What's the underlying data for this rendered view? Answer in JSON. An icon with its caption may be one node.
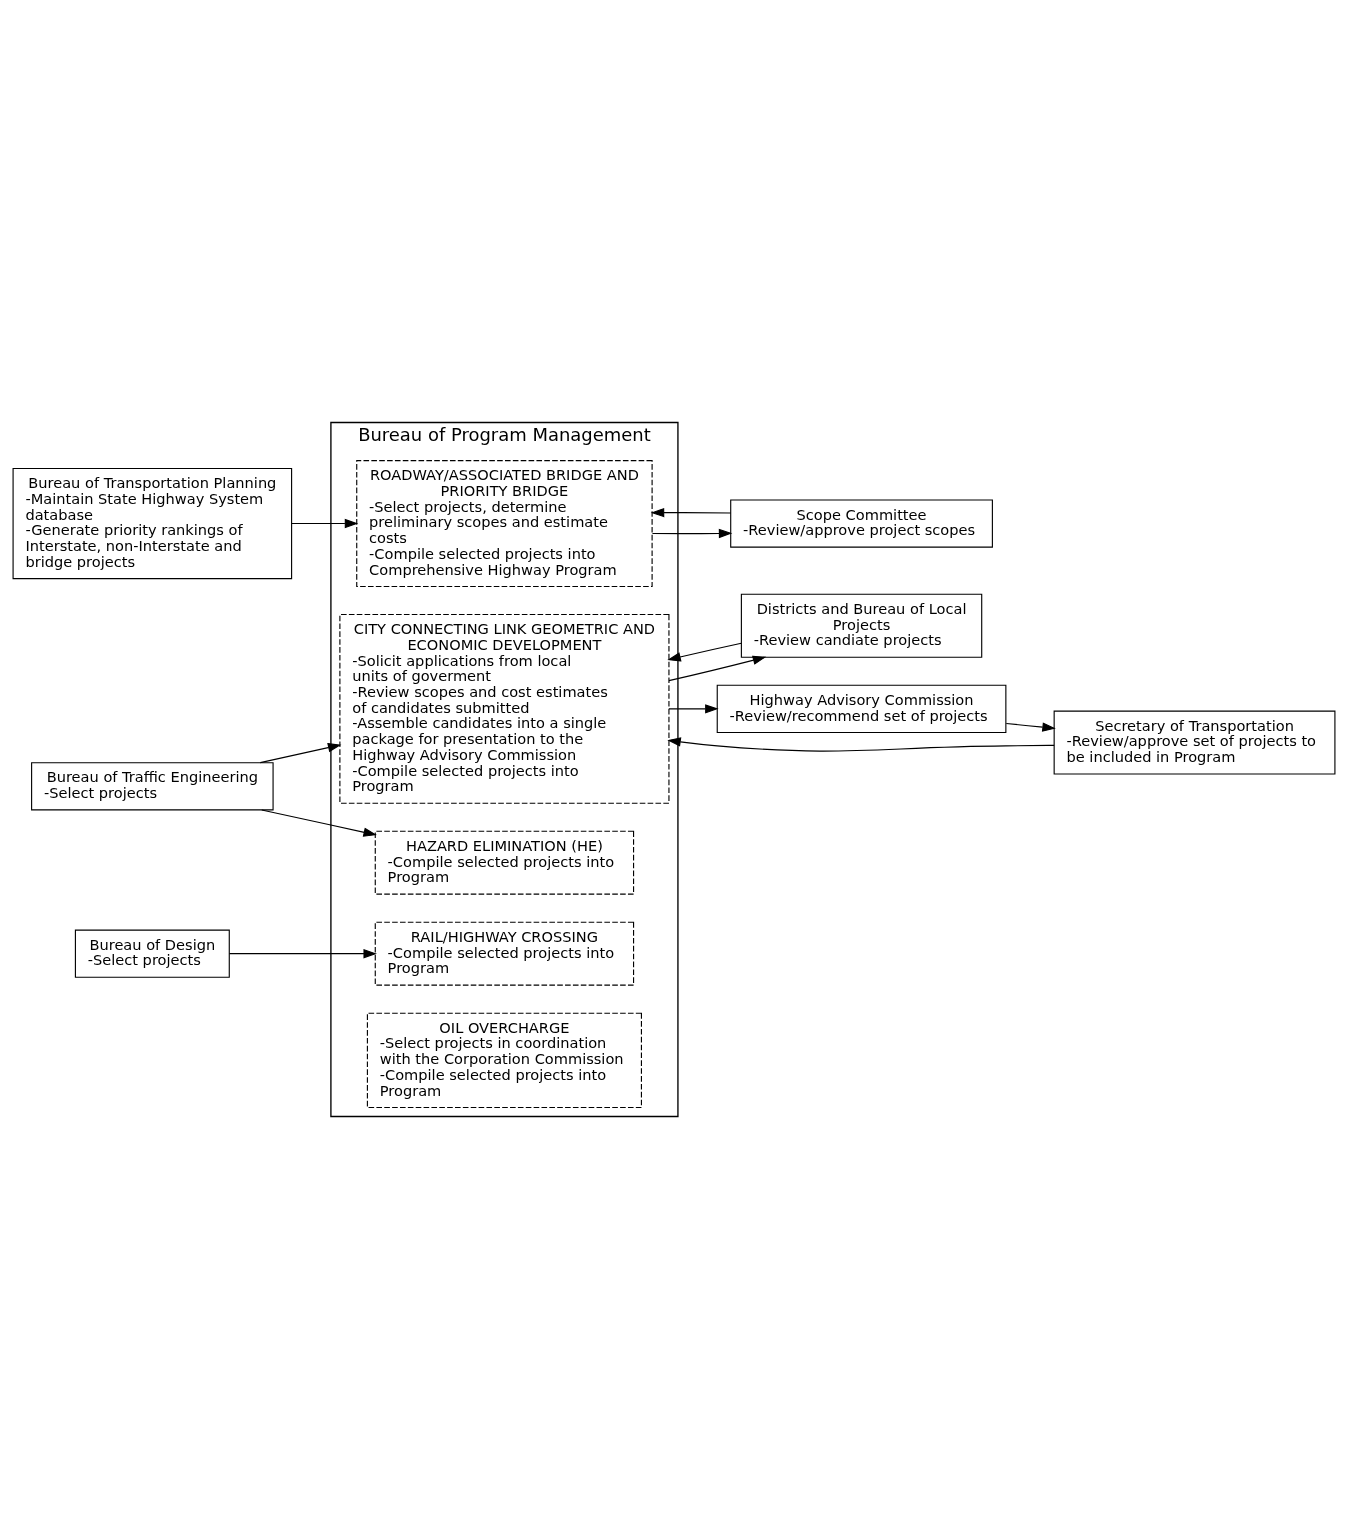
{
  "diagram": {
    "nodes": [
      {
        "text": [
          "Bureau of Program Management"
        ]
      },
      {
        "text": [
          "ROADWAY/ASSOCIATED BRIDGE AND PRIORITY BRIDGE",
          "-Select projects, determine preliminary scopes and estimate costs",
          "-Compile selected projects into Comprehensive Highway Program"
        ],
        "in": 0
      },
      {
        "text": [
          "CITY CONNECTING LINK GEOMETRIC AND ECONOMIC DEVELOPMENT",
          "-Solicit applications from local units of goverment",
          "-Review scopes and cost estimates of candidates submitted",
          "-Assemble candidates into a single package for presentation to the Highway Advisory Commission",
          "-Compile selected projects into Program"
        ],
        "in": 0
      },
      {
        "text": [
          "HAZARD ELIMINATION (HE)",
          "-Compile selected projects into Program"
        ],
        "in": 0
      },
      {
        "text": [
          "RAIL/HIGHWAY CROSSING",
          "-Compile selected projects into Program"
        ],
        "in": 0
      },
      {
        "text": [
          "OIL OVERCHARGE",
          "-Select projects in coordination with the Corporation Commission",
          "-Compile selected projects into Program"
        ],
        "in": 0
      },
      {
        "text": [
          "Bureau of Transportation Planning",
          "-Maintain State Highway System database",
          "-Generate priority rankings of Interstate, non-Interstate and bridge projects"
        ]
      },
      {
        "text": [
          "Bureau of Traffic Engineering",
          "-Select projects"
        ]
      },
      {
        "text": [
          "Bureau of Design",
          "-Select projects"
        ]
      },
      {
        "text": [
          "Scope Committee",
          "-Review/approve project scopes"
        ]
      },
      {
        "text": [
          "Districts and Bureau of Local Projects",
          "-Review candiate projects"
        ]
      },
      {
        "text": [
          "Highway Advisory Commission",
          "-Review/recommend set of projects"
        ]
      },
      {
        "text": [
          "Secretary of Transportation",
          "-Review/approve set of projects to be included in Program"
        ]
      }
    ],
    "edges": [
      {
        "from": 6,
        "to": 1,
        "arrow": "to"
      },
      {
        "from": 7,
        "to": 2,
        "arrow": "to"
      },
      {
        "from": 7,
        "to": 3,
        "arrow": "to"
      },
      {
        "from": 8,
        "to": 4,
        "arrow": "to"
      },
      {
        "from": 1,
        "to": 9,
        "arrow": "to"
      },
      {
        "from": 9,
        "to": 1,
        "arrow": "to"
      },
      {
        "from": 2,
        "to": 10,
        "arrow": "to"
      },
      {
        "from": 10,
        "to": 2,
        "arrow": "to"
      },
      {
        "from": 2,
        "to": 11,
        "arrow": "to"
      },
      {
        "from": 11,
        "to": 12,
        "arrow": "to"
      },
      {
        "from": 12,
        "to": 2,
        "arrow": "to"
      }
    ]
  }
}
